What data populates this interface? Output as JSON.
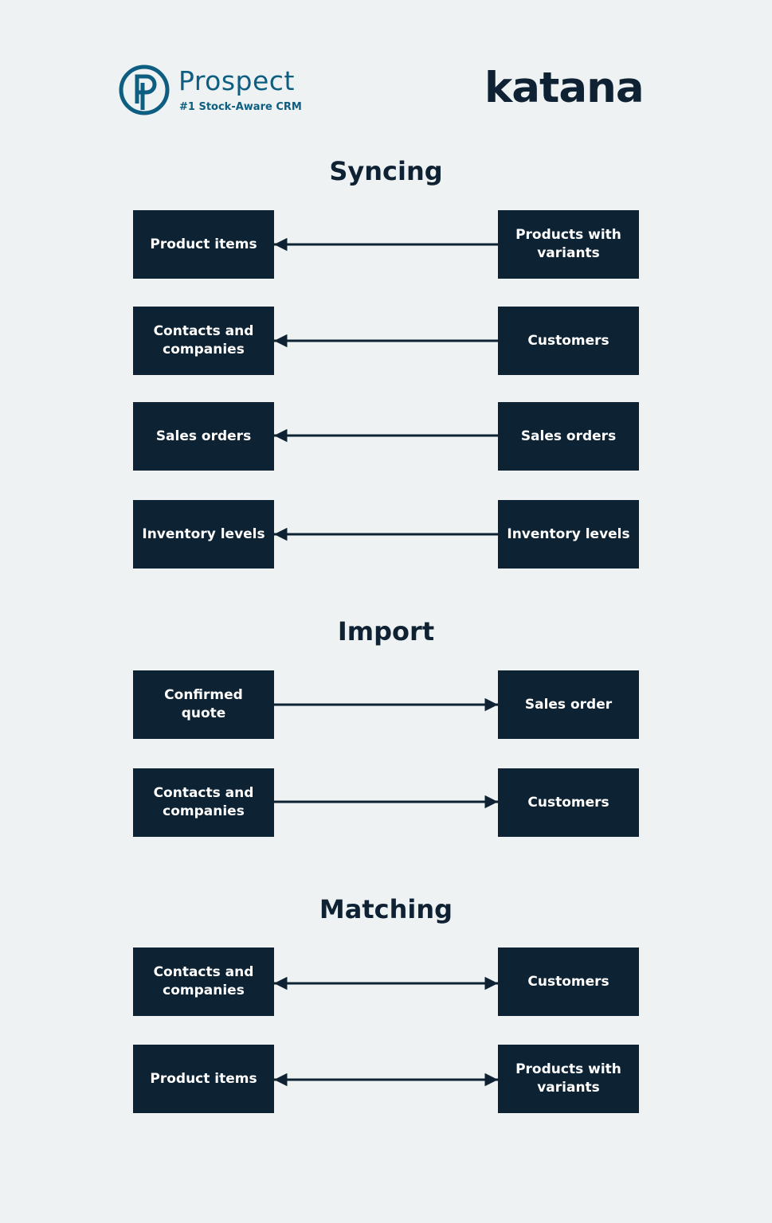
{
  "brands": {
    "prospect": {
      "name": "Prospect",
      "tagline": "#1 Stock-Aware CRM",
      "color": "#0e5e82"
    },
    "katana": {
      "name": "katana",
      "color": "#0e2233"
    }
  },
  "colors": {
    "background": "#eef2f2",
    "box": "#0d2233",
    "arrow": "#0e2233"
  },
  "sections": [
    {
      "title": "Syncing",
      "rows": [
        {
          "left": "Product items",
          "right": "Products with variants",
          "direction": "to-left"
        },
        {
          "left": "Contacts and companies",
          "right": "Customers",
          "direction": "to-left"
        },
        {
          "left": "Sales orders",
          "right": "Sales orders",
          "direction": "to-left"
        },
        {
          "left": "Inventory levels",
          "right": "Inventory levels",
          "direction": "to-left"
        }
      ]
    },
    {
      "title": "Import",
      "rows": [
        {
          "left": "Confirmed quote",
          "right": "Sales order",
          "direction": "to-right"
        },
        {
          "left": "Contacts and companies",
          "right": "Customers",
          "direction": "to-right"
        }
      ]
    },
    {
      "title": "Matching",
      "rows": [
        {
          "left": "Contacts and companies",
          "right": "Customers",
          "direction": "both"
        },
        {
          "left": "Product items",
          "right": "Products with variants",
          "direction": "both"
        }
      ]
    }
  ]
}
